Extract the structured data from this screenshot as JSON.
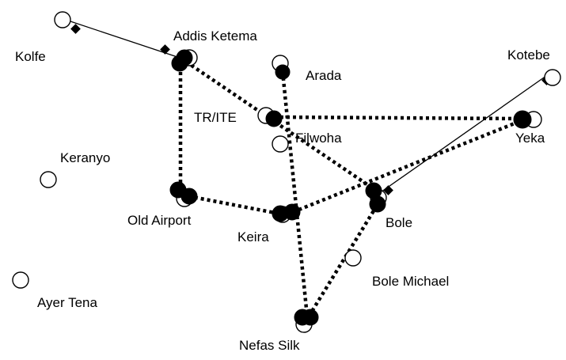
{
  "labels": {
    "kolfe": "Kolfe",
    "addis_ketema": "Addis Ketema",
    "arada": "Arada",
    "kotebe": "Kotebe",
    "tr_ite": "TR/ITE",
    "filwoha": "Filwoha",
    "yeka": "Yeka",
    "keranyo": "Keranyo",
    "old_airport": "Old Airport",
    "keira": "Keira",
    "bole": "Bole",
    "bole_michael": "Bole Michael",
    "ayer_tena": "Ayer Tena",
    "nefas_silk": "Nefas Silk"
  },
  "colors": {
    "node_fill": "#000000",
    "node_stroke": "#000000",
    "background": "#ffffff"
  }
}
